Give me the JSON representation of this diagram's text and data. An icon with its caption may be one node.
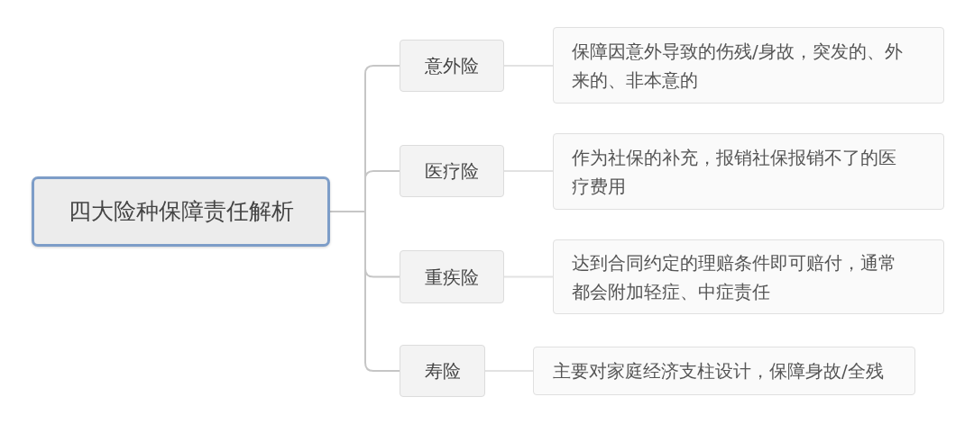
{
  "diagram": {
    "nodes": [
      {
        "text": [
          "四大险种保障责任解析"
        ]
      },
      {
        "text": [
          "意外险"
        ]
      },
      {
        "text": [
          "保障因意外导致的伤残/身故，突发的、外来的、非本意的"
        ]
      },
      {
        "text": [
          "医疗险"
        ]
      },
      {
        "text": [
          "作为社保的补充，报销社保报销不了的医疗费用"
        ]
      },
      {
        "text": [
          "重疾险"
        ]
      },
      {
        "text": [
          "达到合同约定的理赔条件即可赔付，通常都会附加轻症、中症责任"
        ]
      },
      {
        "text": [
          "寿险"
        ]
      },
      {
        "text": [
          "主要对家庭经济支柱设计，保障身故/全残"
        ]
      }
    ],
    "edges": [
      {
        "from": 0,
        "to": 1,
        "arrow": "none"
      },
      {
        "from": 1,
        "to": 2,
        "arrow": "none",
        "color": "#e2e2e2"
      },
      {
        "from": 0,
        "to": 3,
        "arrow": "none"
      },
      {
        "from": 3,
        "to": 4,
        "arrow": "none",
        "color": "#e2e2e2"
      },
      {
        "from": 0,
        "to": 5,
        "arrow": "none"
      },
      {
        "from": 5,
        "to": 6,
        "arrow": "none",
        "color": "#e2e2e2"
      },
      {
        "from": 0,
        "to": 7,
        "arrow": "none"
      },
      {
        "from": 7,
        "to": 8,
        "arrow": "none",
        "color": "#e2e2e2"
      }
    ]
  }
}
